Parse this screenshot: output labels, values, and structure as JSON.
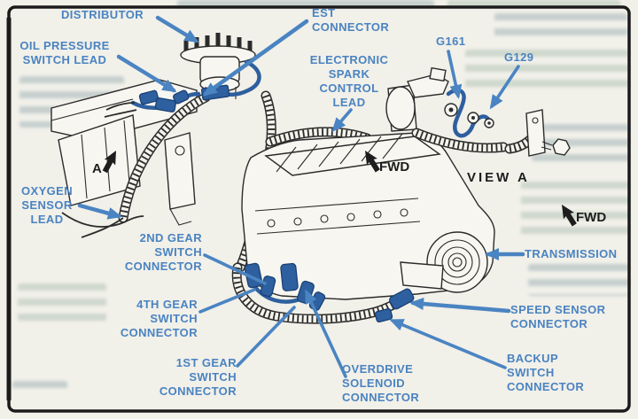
{
  "figure": {
    "kind": "service-manual wiring diagram",
    "colors": {
      "label_blue": "#4a83c1",
      "harness_blue": "#2e5f9e",
      "ink": "#1d1d1d",
      "paper": "#f1f0e9"
    }
  },
  "callouts": {
    "distributor": {
      "text": "DISTRIBUTOR"
    },
    "est": {
      "text": "EST\nCONNECTOR"
    },
    "oil_pressure": {
      "text": "OIL PRESSURE\nSWITCH LEAD"
    },
    "esc": {
      "text": "ELECTRONIC\nSPARK\nCONTROL\nLEAD"
    },
    "g161": {
      "text": "G161"
    },
    "g129": {
      "text": "G129"
    },
    "oxygen": {
      "text": "OXYGEN\nSENSOR\nLEAD"
    },
    "second_gear": {
      "text": "2ND GEAR\nSWITCH\nCONNECTOR"
    },
    "fourth_gear": {
      "text": "4TH GEAR\nSWITCH\nCONNECTOR"
    },
    "first_gear": {
      "text": "1ST GEAR\nSWITCH\nCONNECTOR"
    },
    "overdrive": {
      "text": "OVERDRIVE\nSOLENOID\nCONNECTOR"
    },
    "speed_sensor": {
      "text": "SPEED SENSOR\nCONNECTOR"
    },
    "backup": {
      "text": "BACKUP\nSWITCH\nCONNECTOR"
    },
    "transmission": {
      "text": "TRANSMISSION"
    }
  },
  "markers": {
    "view_a": "VIEW A",
    "fwd_left": "FWD",
    "fwd_right": "FWD",
    "detail_a": "A"
  }
}
